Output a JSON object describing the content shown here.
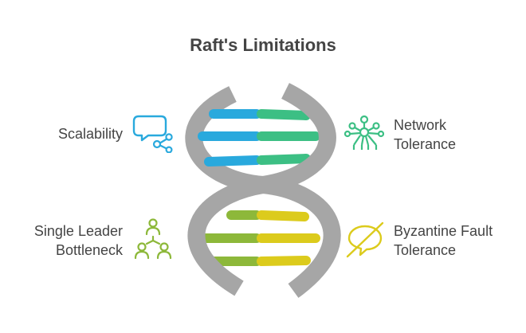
{
  "title": "Raft's Limitations",
  "items": [
    {
      "label": "Scalability",
      "icon": "chat-network-icon",
      "color": "#29A9DD"
    },
    {
      "label": "Network Tolerance",
      "line1": "Network",
      "line2": "Tolerance",
      "icon": "network-nodes-icon",
      "color": "#3CBF84"
    },
    {
      "label": "Single Leader Bottleneck",
      "line1": "Single Leader",
      "line2": "Bottleneck",
      "icon": "leader-hierarchy-icon",
      "color": "#8DB83A"
    },
    {
      "label": "Byzantine Fault Tolerance",
      "line1": "Byzantine Fault",
      "line2": "Tolerance",
      "icon": "no-chat-icon",
      "color": "#DCCB1C"
    }
  ],
  "helix_color": "#A6A6A6"
}
